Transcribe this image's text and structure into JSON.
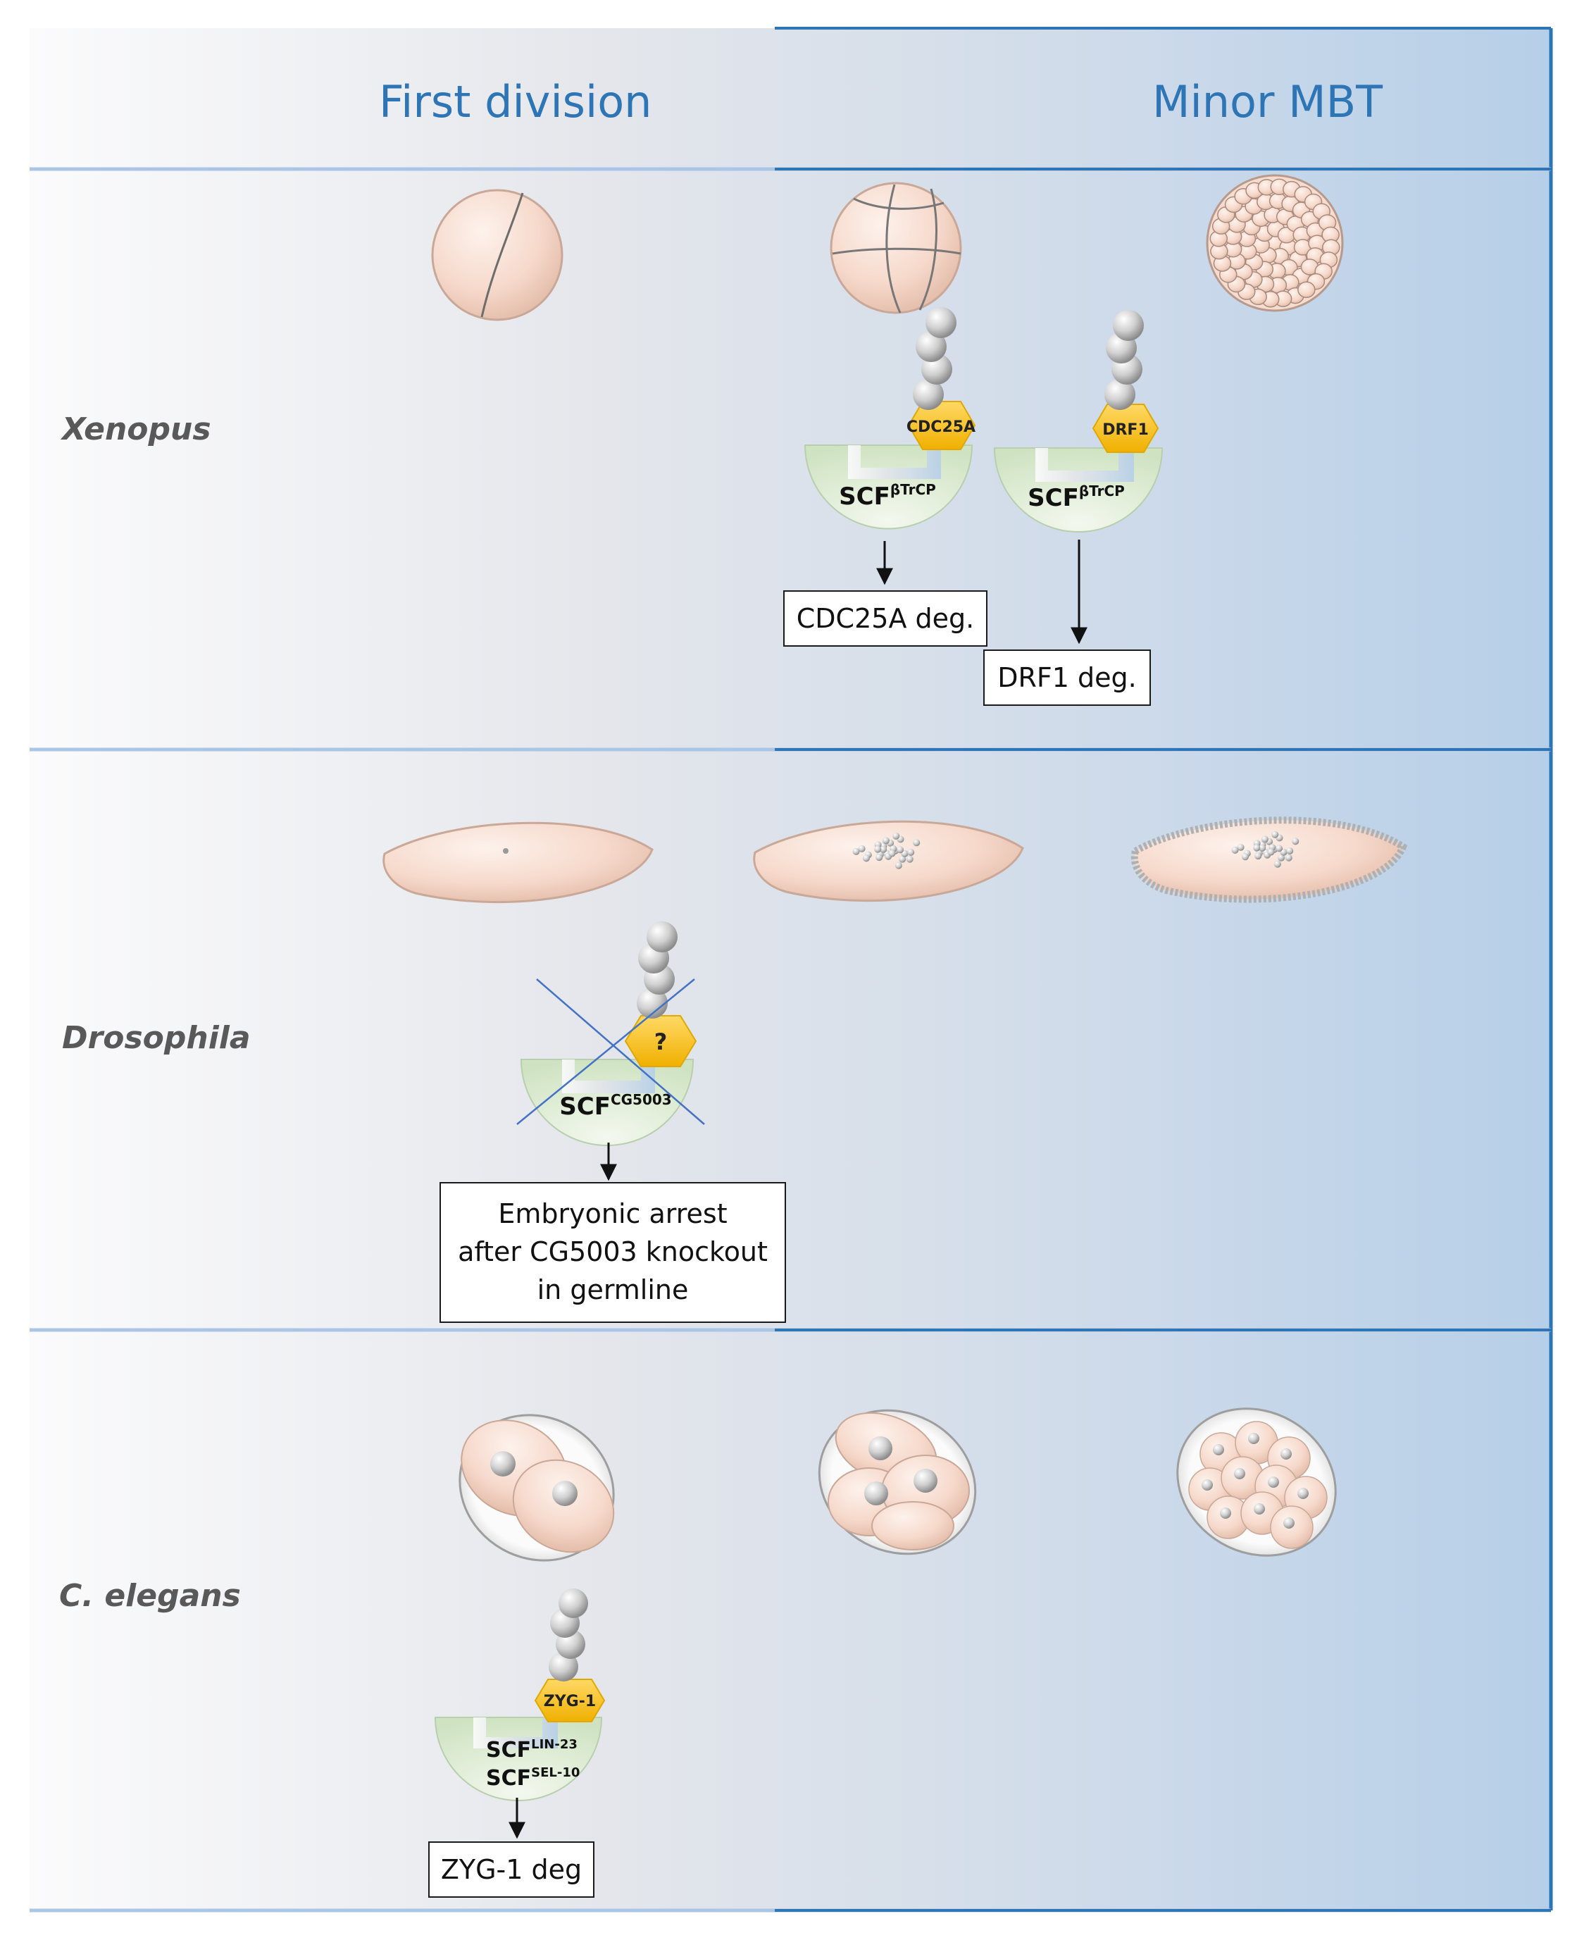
{
  "headers": {
    "first_division": "First division",
    "minor_mbt": "Minor MBT"
  },
  "rows": {
    "xenopus": {
      "name": "Xenopus",
      "complexes": [
        {
          "ligase": "SCF",
          "ligase_sup": "βTrCP",
          "substrate": "CDC25A",
          "outcome": "CDC25A deg."
        },
        {
          "ligase": "SCF",
          "ligase_sup": "βTrCP",
          "substrate": "DRF1",
          "outcome": "DRF1 deg."
        }
      ]
    },
    "drosophila": {
      "name": "Drosophila",
      "complex": {
        "ligase": "SCF",
        "ligase_sup": "CG5003",
        "substrate": "?"
      },
      "outcome_lines": [
        "Embryonic arrest",
        "after CG5003 knockout",
        "in germline"
      ]
    },
    "celegans": {
      "name": "C. elegans",
      "complex": {
        "ligase1": "SCF",
        "ligase1_sup": "LIN-23",
        "ligase2": "SCF",
        "ligase2_sup": "SEL-10",
        "substrate": "ZYG-1"
      },
      "outcome": "ZYG-1 deg"
    }
  },
  "colors": {
    "header_text": "#2e75b6",
    "frame": "#2e75b6",
    "species_text": "#595959",
    "embryo": "#f5d6c8",
    "ligase": "#e2efd9",
    "substrate": "#ffc000",
    "ubiquitin": "#bfbfbf"
  }
}
